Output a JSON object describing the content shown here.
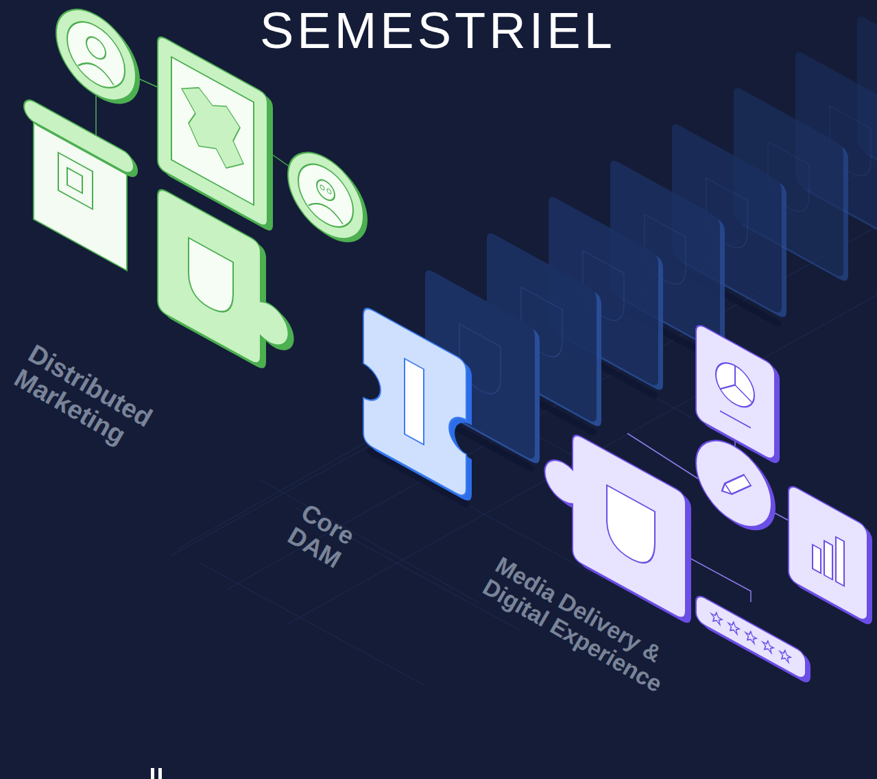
{
  "diagram": {
    "title": "SEMESTRIEL",
    "labels": [
      "Distributed Marketing",
      "Core DAM",
      "Media Delivery & Digital Experience"
    ]
  }
}
